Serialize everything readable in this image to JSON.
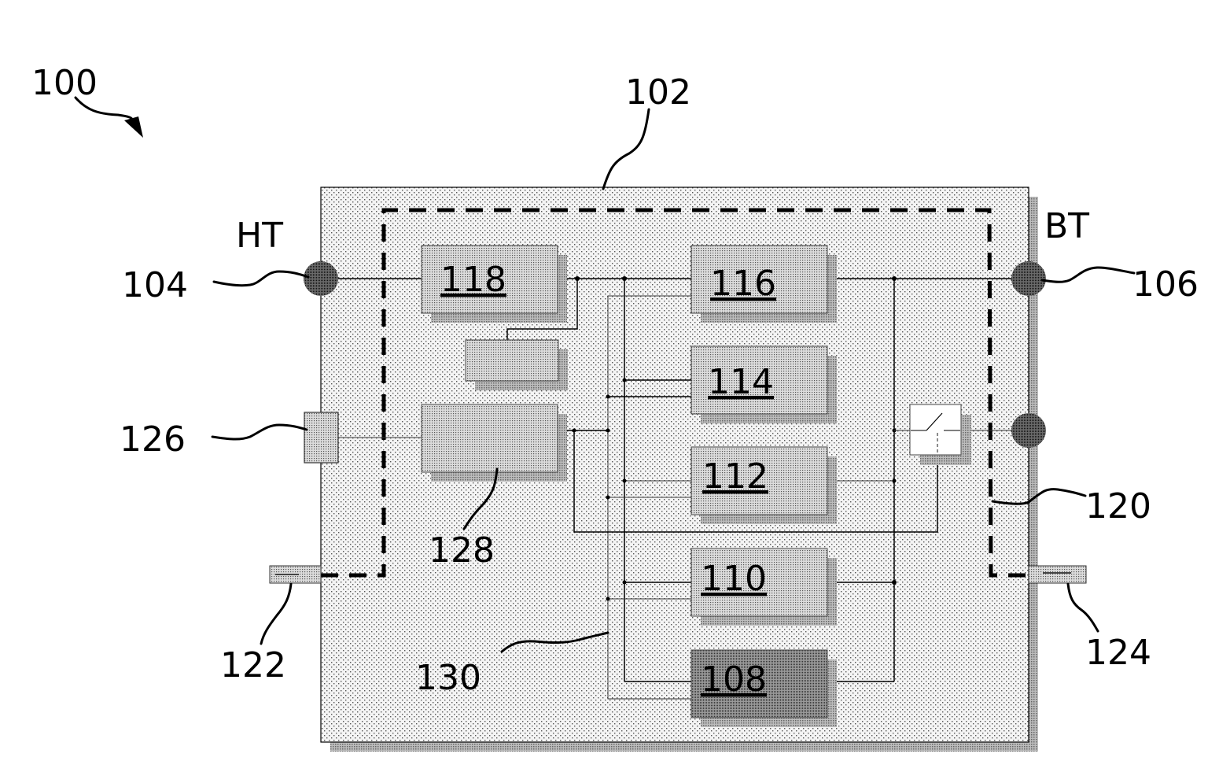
{
  "figure": {
    "reference": "100",
    "enclosure_ref": "102",
    "dashed_boundary_ref": "120",
    "bus_ref": "130",
    "colors": {
      "background": "#ffffff",
      "enclosure_fill": "#eeeeee",
      "block_fill": "#d4d4d4",
      "block_dark_fill": "#8a8a8a",
      "terminal_fill": "#4a4a4a",
      "switch_fill": "#ffffff",
      "line": "#000000"
    }
  },
  "terminals": {
    "ht": {
      "label": "HT",
      "ref": "104"
    },
    "bt": {
      "label": "BT",
      "ref": "106"
    },
    "bt_aux": {
      "ref": ""
    },
    "connector_left": {
      "ref": "126"
    },
    "port_left": {
      "ref": "122"
    },
    "port_right": {
      "ref": "124"
    }
  },
  "blocks": [
    {
      "id": "118",
      "label": "118"
    },
    {
      "id": "aux",
      "label": ""
    },
    {
      "id": "128",
      "label": "",
      "ref": "128"
    },
    {
      "id": "116",
      "label": "116"
    },
    {
      "id": "114",
      "label": "114"
    },
    {
      "id": "112",
      "label": "112"
    },
    {
      "id": "110",
      "label": "110"
    },
    {
      "id": "108",
      "label": "108"
    }
  ],
  "switch": {
    "name": "switch"
  }
}
